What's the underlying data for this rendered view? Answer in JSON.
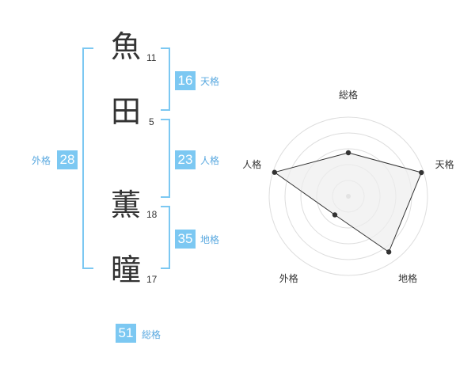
{
  "colors": {
    "accent": "#7cc8f2",
    "label_text": "#5aa9e0",
    "kanji_text": "#333333",
    "radar_ring": "#dddddd",
    "radar_fill": "#eeeeee",
    "radar_line": "#333333",
    "radar_point": "#333333",
    "radar_center": "#c8c8c8"
  },
  "name_chars": [
    {
      "char": "魚",
      "strokes": "11"
    },
    {
      "char": "田",
      "strokes": "5"
    },
    {
      "char": "薫",
      "strokes": "18"
    },
    {
      "char": "瞳",
      "strokes": "17"
    }
  ],
  "scores": {
    "tenkaku": {
      "value": "16",
      "label": "天格"
    },
    "jinkaku": {
      "value": "23",
      "label": "人格"
    },
    "chikaku": {
      "value": "35",
      "label": "地格"
    },
    "gaikaku": {
      "value": "28",
      "label": "外格"
    },
    "soukaku": {
      "value": "51",
      "label": "総格"
    }
  },
  "chart_data": {
    "type": "radar",
    "axes": [
      "総格",
      "天格",
      "地格",
      "外格",
      "人格"
    ],
    "values": [
      0.55,
      0.97,
      0.87,
      0.29,
      0.98
    ],
    "rings": 5,
    "grid": true
  }
}
